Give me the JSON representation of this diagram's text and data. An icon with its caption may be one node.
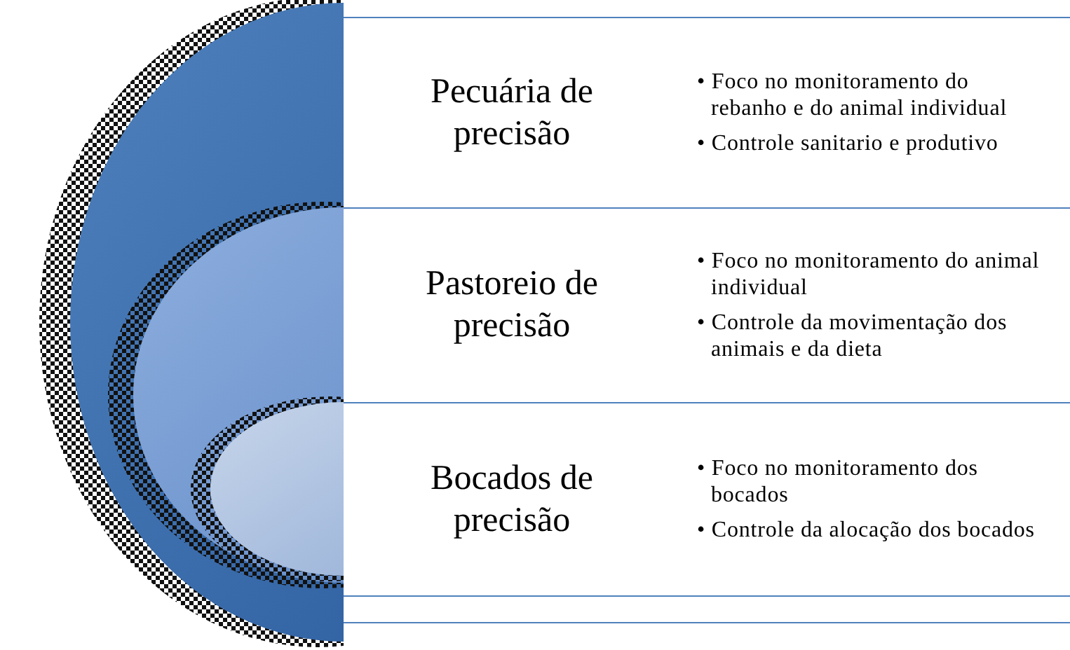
{
  "diagram": {
    "nodes": [
      {
        "text": [
          "Pecuária de precisão",
          "• Foco no monitoramento do rebanho e do animal individual",
          "• Controle sanitario e produtivo"
        ]
      },
      {
        "text": [
          "Pastoreio de precisão",
          "• Foco no monitoramento do animal individual",
          "• Controle da movimentação dos animais e da dieta"
        ]
      },
      {
        "text": [
          "Bocados de precisão",
          "• Foco no monitoramento dos bocados",
          "• Controle da alocação dos bocados"
        ]
      },
      {
        "text": [],
        "shape": "box"
      }
    ]
  }
}
